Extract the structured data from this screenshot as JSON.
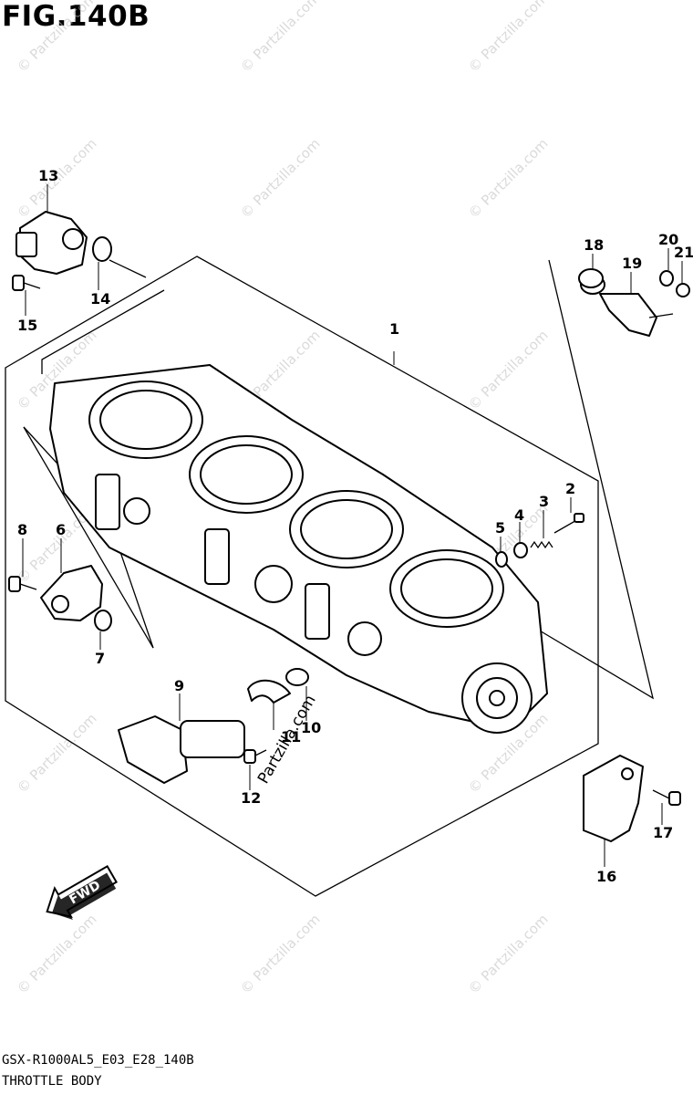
{
  "figure": {
    "title": "FIG.140B",
    "model_code": "GSX-R1000AL5_E03_E28_140B",
    "section_name": "THROTTLE BODY"
  },
  "callouts": {
    "c1": "1",
    "c2": "2",
    "c3": "3",
    "c4": "4",
    "c5": "5",
    "c6": "6",
    "c7": "7",
    "c8": "8",
    "c9": "9",
    "c10": "10",
    "c11": "11",
    "c12": "12",
    "c13": "13",
    "c14": "14",
    "c15": "15",
    "c16": "16",
    "c17": "17",
    "c18": "18",
    "c19": "19",
    "c20": "20",
    "c21": "21"
  },
  "fwd_label": "FWD",
  "watermark": {
    "text": "© Partzilla.com",
    "center_text": "Partzilla.com"
  }
}
